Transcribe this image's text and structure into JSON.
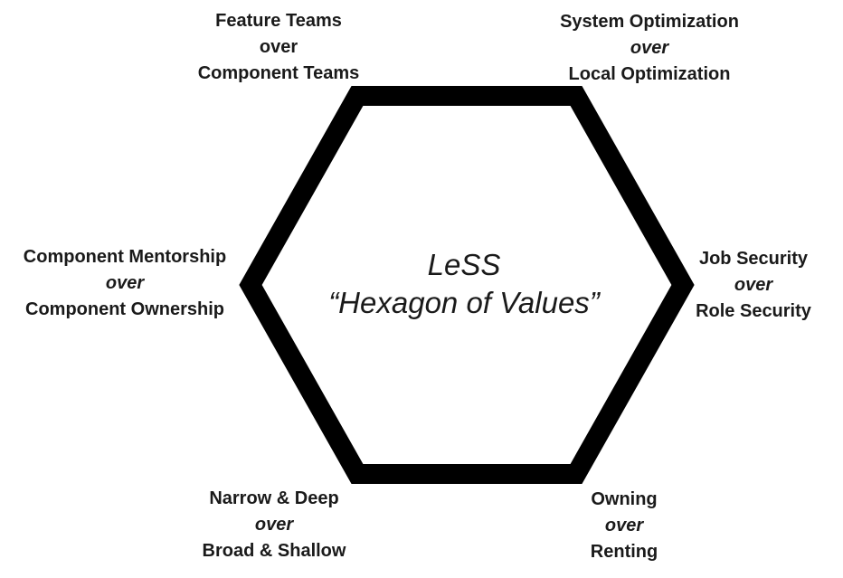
{
  "diagram": {
    "title_line1": "LeSS",
    "title_line2": "“Hexagon of Values”",
    "stroke_color": "#000000",
    "values": {
      "top_left": {
        "preferred": "Feature Teams",
        "connector": "over",
        "over": "Component Teams"
      },
      "top_right": {
        "preferred": "System Optimization",
        "connector": "over",
        "over": "Local Optimization"
      },
      "left": {
        "preferred": "Component Mentorship",
        "connector": "over",
        "over": "Component Ownership"
      },
      "right": {
        "preferred": "Job Security",
        "connector": "over",
        "over": "Role Security"
      },
      "bottom_left": {
        "preferred": "Narrow & Deep",
        "connector": "over",
        "over": "Broad & Shallow"
      },
      "bottom_right": {
        "preferred": "Owning",
        "connector": "over",
        "over": "Renting"
      }
    }
  }
}
